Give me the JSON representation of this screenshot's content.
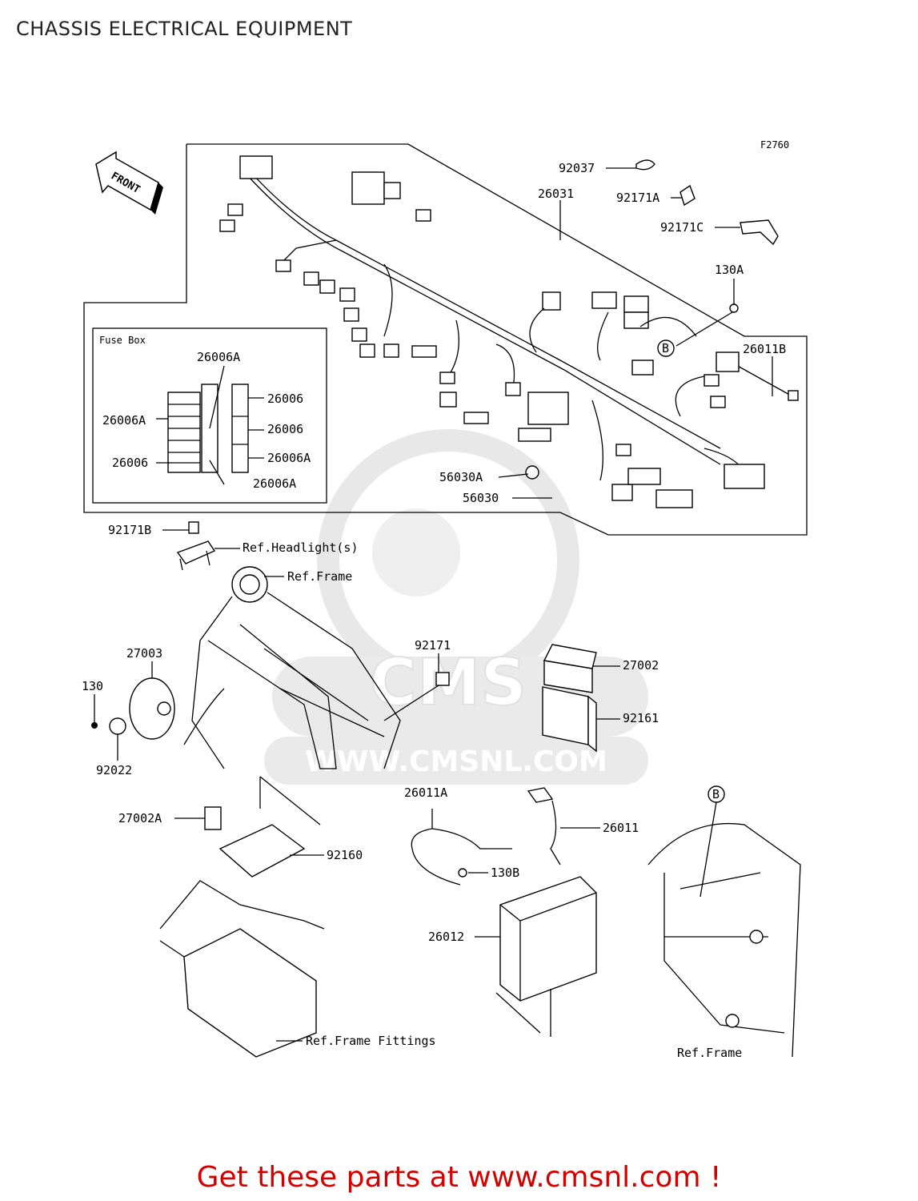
{
  "title": "CHASSIS ELECTRICAL EQUIPMENT",
  "figure_code": "F2760",
  "front_arrow": "FRONT",
  "fuse_box_title": "Fuse Box",
  "watermark": {
    "brand": "CMS",
    "url": "WWW.CMSNL.COM"
  },
  "labels": {
    "p92037": "92037",
    "p26031": "26031",
    "p92171A": "92171A",
    "p92171C": "92171C",
    "p130A": "130A",
    "p26011B": "26011B",
    "circleB1": "B",
    "fb26006A_top": "26006A",
    "fb26006_r1": "26006",
    "fb26006A_left": "26006A",
    "fb26006_r2": "26006",
    "fb26006_left": "26006",
    "fb26006A_r3": "26006A",
    "fb26006A_bottom": "26006A",
    "p56030A": "56030A",
    "p56030": "56030",
    "p92171B": "92171B",
    "ref_headlights": "Ref.Headlight(s)",
    "ref_frame_top": "Ref.Frame",
    "p27003": "27003",
    "p130": "130",
    "p92022": "92022",
    "p92171": "92171",
    "p27002": "27002",
    "p92161": "92161",
    "p26011A": "26011A",
    "p26011": "26011",
    "p27002A": "27002A",
    "p92160": "92160",
    "p130B": "130B",
    "p26012": "26012",
    "circleB2": "B",
    "ref_frame_fittings": "Ref.Frame Fittings",
    "ref_frame_bottom": "Ref.Frame"
  },
  "cta": "Get these parts at www.cmsnl.com !"
}
